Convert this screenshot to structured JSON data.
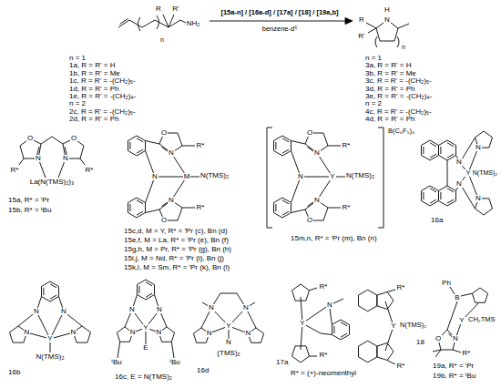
{
  "diagram": {
    "labels": [
      "R",
      "R'",
      "NH₂",
      "n",
      "[15a-n] / [16a-d] / [17a] / [18] / [19a,b]",
      "benzene-d⁶",
      "H",
      "N",
      "R",
      "R'",
      "n",
      "n = 1",
      "1a, R = R' = H",
      "1b, R = R' = Me",
      "1c, R = R' = -(CH₂)₅-",
      "1d, R = R' = Ph",
      "1e, R = R' = -(CH₂)₄-",
      "n = 2",
      "2c, R = R' = -(CH₂)₅-",
      "2d, R = R' = Ph",
      "n = 1",
      "3a, R = R' = H",
      "3b, R = R' = Me",
      "3c, R = R' = -(CH₂)₅-",
      "3d, R = R' = Ph",
      "3e, R = R' = -(CH₂)₄-",
      "n = 2",
      "4c, R = R' = -(CH₂)₅-",
      "4d, R = R' = Ph",
      "O",
      "O",
      "N",
      "N",
      "R*",
      "R*",
      "La(N(TMS)₂)₃",
      "15a, R* = ⁱPr",
      "15b, R* = ᵗBu",
      "N",
      "O",
      "N",
      "R*",
      "O",
      "N",
      "R*",
      "M",
      "N(TMS)₂",
      "15c,d, M = Y, R* = ⁱPr (c), Bn (d)",
      "15e,f, M = La, R* = ⁱPr (e), Bn (f)",
      "15g,h, M = Pr, R* = ⁱPr (g), Bn (h)",
      "15i,j, M = Nd, R* = ⁱPr (i), Bn (j)",
      "15k,l, M = Sm, R* = ⁱPr (k), Bn (l)",
      "N",
      "O",
      "N",
      "R*",
      "O",
      "N",
      "R*",
      "Y",
      "N(TMS)₂",
      "B(C₆F₅)₄",
      "15m,n, R* = ⁱPr (m), Bn (n)",
      "N",
      "N",
      "Y",
      "N(TMS)₂",
      "16a",
      "N",
      "N",
      "N",
      "N",
      "N",
      "N",
      "Y",
      "N(TMS)₂",
      "16b",
      "N",
      "N",
      "Y",
      "E",
      "ᵗBu",
      "ᵗBu",
      "16c, E = N(TMS)₂",
      "N",
      "N",
      "N",
      "N",
      "N",
      "N",
      "Y",
      "N",
      "(TMS)₂",
      "16d",
      "R*",
      "Y",
      "N",
      "R*",
      "17a",
      "R* = (+)-neomenthyl",
      "R*",
      "Y",
      "N(TMS)₂",
      "R*",
      "18",
      "Ph",
      "B",
      "Y",
      "CH₂TMS",
      "O",
      "N",
      "R*",
      "19a, R* = ⁱPr",
      "19b, R* = ᵗBu"
    ]
  }
}
